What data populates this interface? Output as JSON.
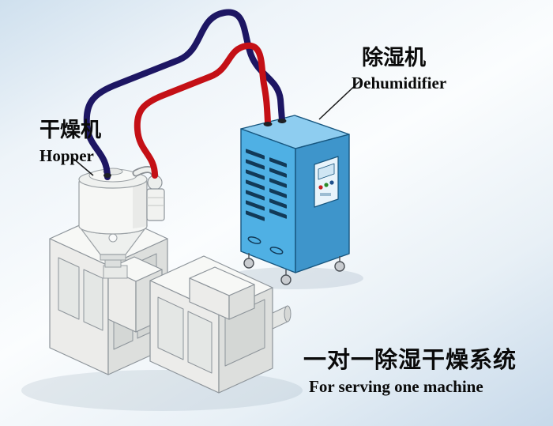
{
  "labels": {
    "hopper": {
      "cn": "干燥机",
      "en": "Hopper"
    },
    "dehumidifier": {
      "cn": "除湿机",
      "en": "Dehumidifier"
    },
    "caption": {
      "cn": "一对一除湿干燥系统",
      "en": "For serving one machine"
    }
  },
  "colors": {
    "hose_navy": "#1d1663",
    "hose_red": "#c41016",
    "cabinet_front": "#4fb0e4",
    "cabinet_side": "#3e95cb",
    "cabinet_top": "#8ecdf0",
    "cabinet_outline": "#17567f",
    "vent_slot": "#123a58",
    "machine_top": "#f7f8f6",
    "machine_front": "#ececea",
    "machine_side": "#dddfdd",
    "machine_outline": "#8d949a",
    "pointer_line": "#1a1a1a"
  }
}
